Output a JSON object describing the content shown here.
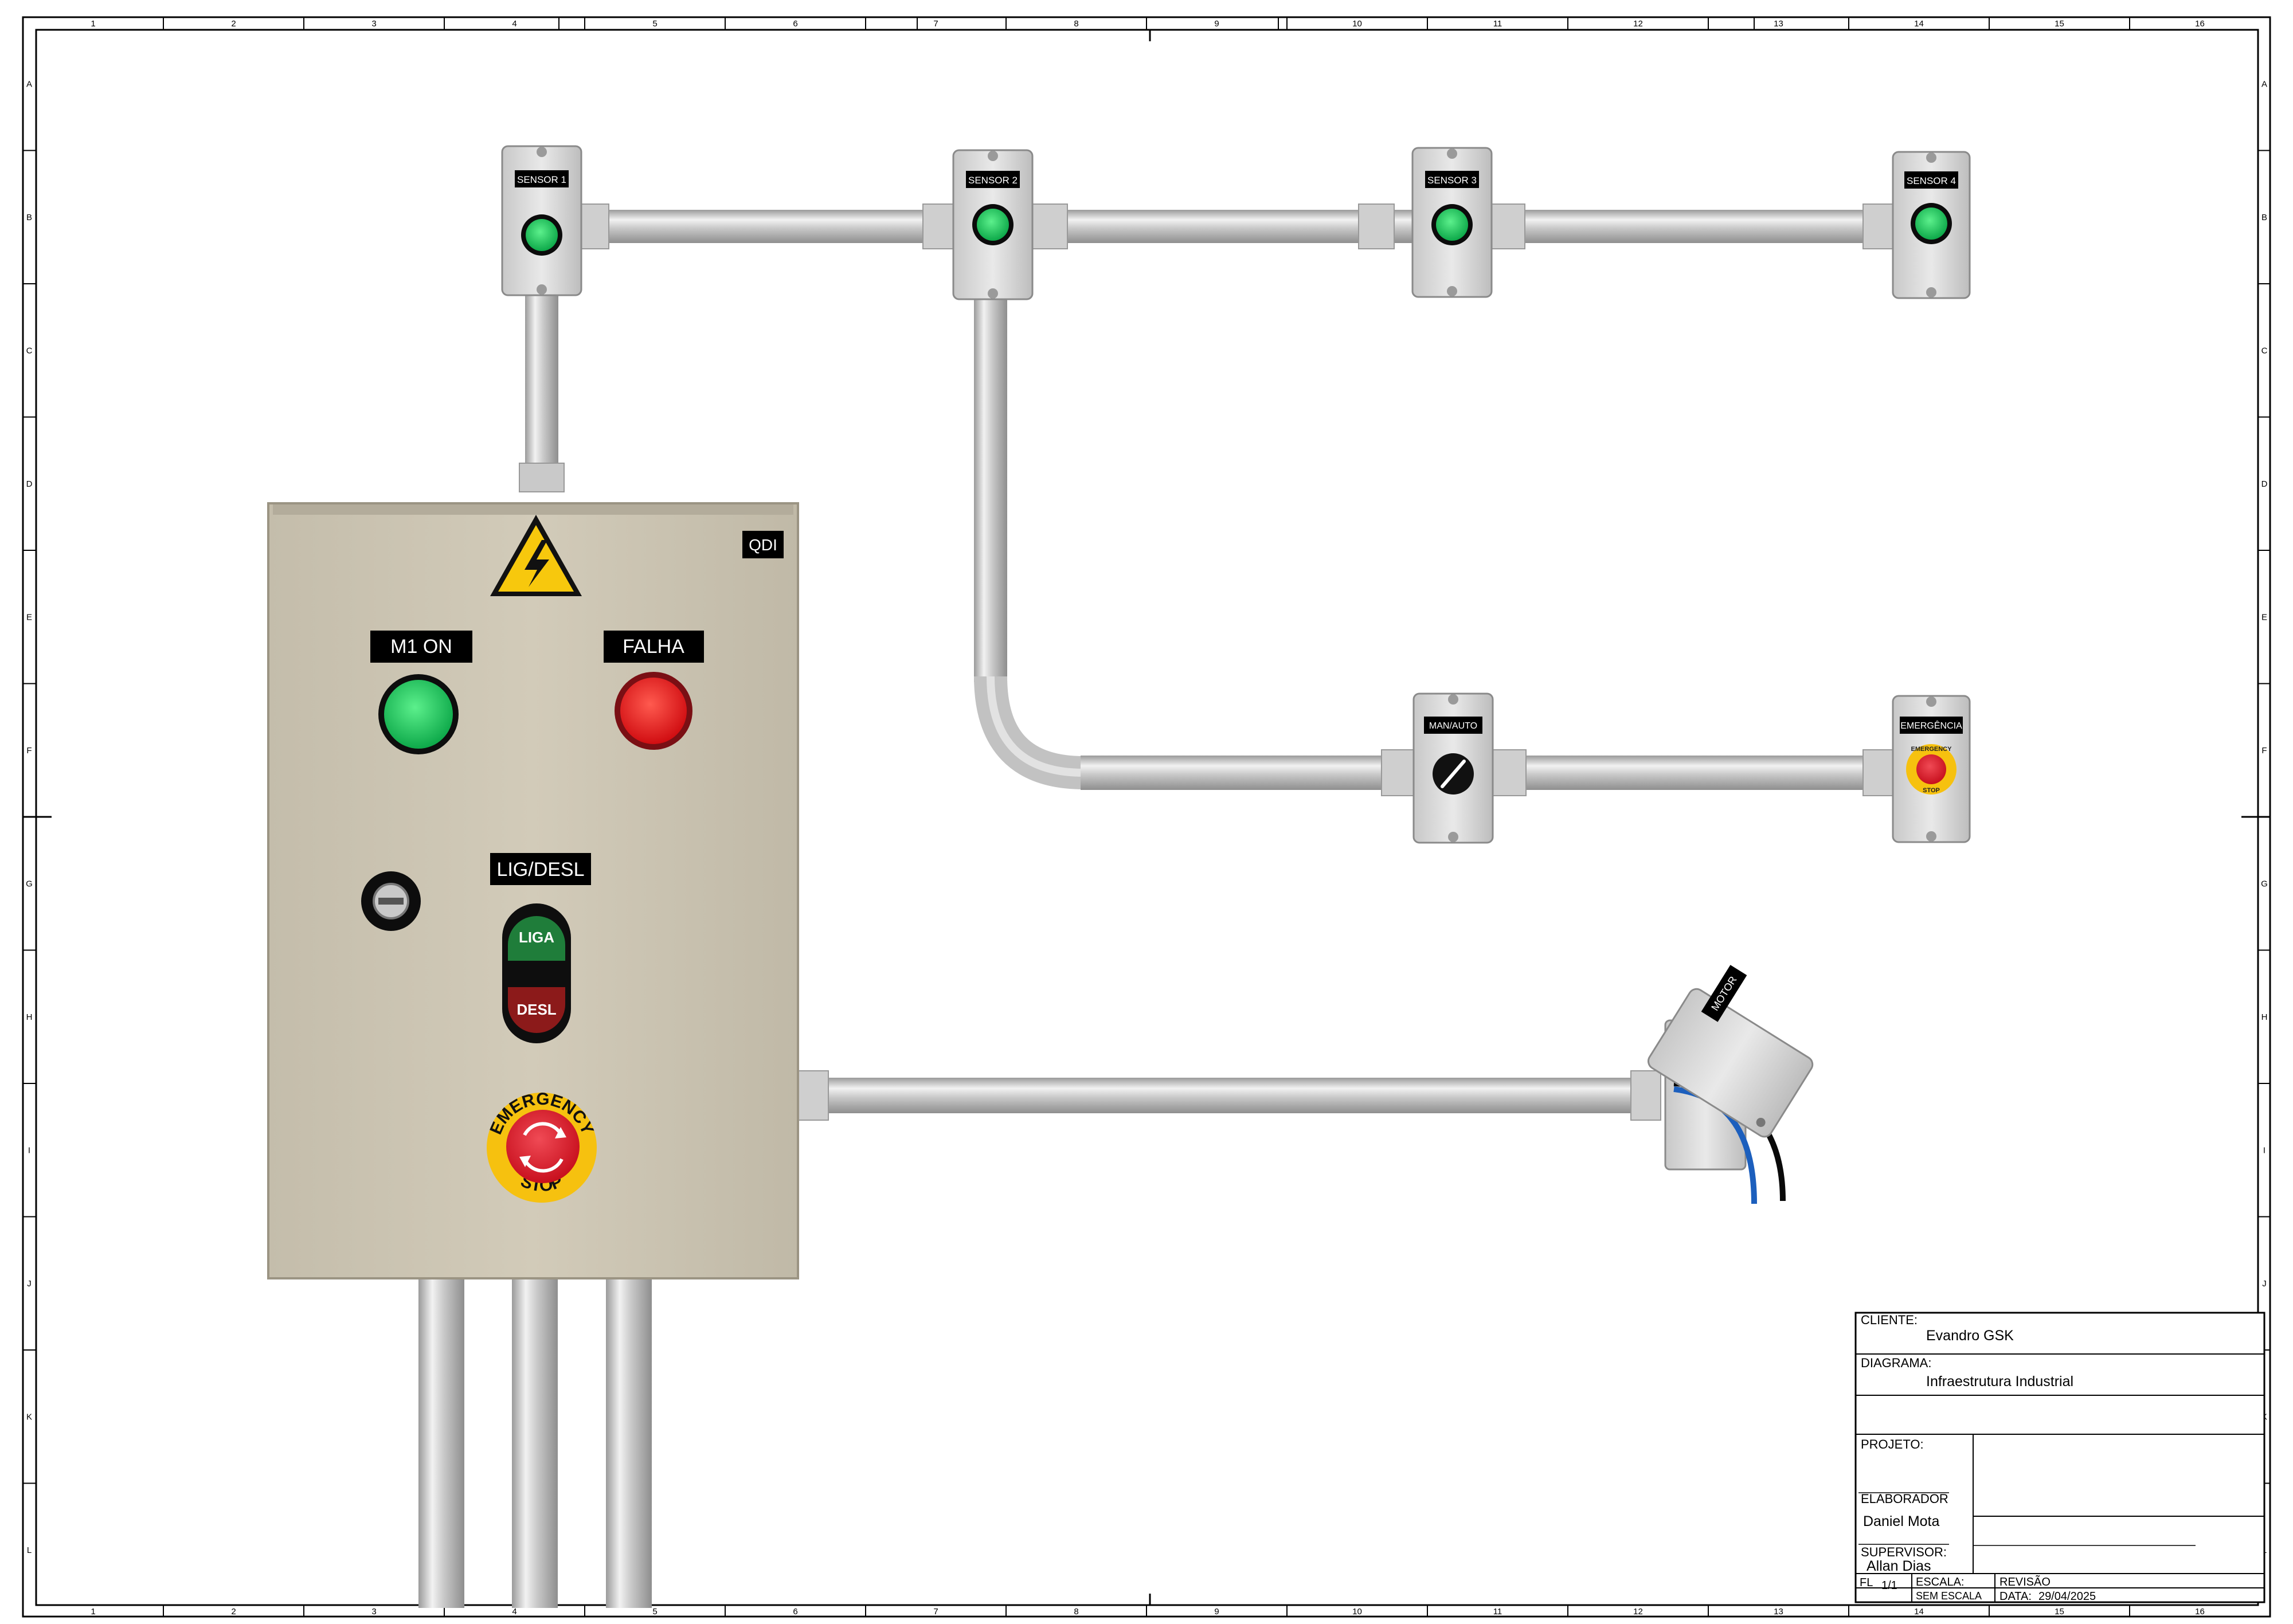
{
  "frame": {
    "columns": [
      "1",
      "2",
      "3",
      "4",
      "5",
      "6",
      "7",
      "8",
      "9",
      "10",
      "11",
      "12",
      "13",
      "14",
      "15",
      "16"
    ],
    "rows": [
      "A",
      "B",
      "C",
      "D",
      "E",
      "F",
      "G",
      "H",
      "I",
      "J",
      "K",
      "L"
    ]
  },
  "sensors": [
    {
      "label": "SENSOR 1"
    },
    {
      "label": "SENSOR 2"
    },
    {
      "label": "SENSOR 3"
    },
    {
      "label": "SENSOR 4"
    }
  ],
  "field_boxes": {
    "man_auto": "MAN/AUTO",
    "emergencia": "EMERGÊNCIA",
    "motor": "MOTOR"
  },
  "panel": {
    "tag": "QDI",
    "m1_on": "M1 ON",
    "falha": "FALHA",
    "lig_desl": "LIG/DESL",
    "liga": "LIGA",
    "desl": "DESL",
    "estop_top": "EMERGENCY",
    "estop_bottom": "STOP"
  },
  "mini_estop": {
    "top": "EMERGENCY",
    "bottom": "STOP"
  },
  "title_block": {
    "cliente_label": "CLIENTE:",
    "cliente": "Evandro GSK",
    "diagrama_label": "DIAGRAMA:",
    "diagrama": "Infraestrutura Industrial",
    "projeto_label": "PROJETO:",
    "elaborador_label": "ELABORADOR",
    "elaborador": "Daniel Mota",
    "supervisor_label": "SUPERVISOR:",
    "supervisor": "Allan Dias",
    "fl_label": "FL",
    "fl": "1/1",
    "escala_label": "ESCALA:",
    "escala": "SEM ESCALA",
    "revisao_label": "REVISÃO",
    "data_label": "DATA:",
    "data": "29/04/2025"
  },
  "colors": {
    "panel_body": "#cdc6b4",
    "pipe": "#d4d4d4",
    "pilot_green": "#16c35a",
    "pilot_red": "#e8141b",
    "liga_green": "#1f7d3a",
    "desl_red": "#8c1a1a",
    "estop_yellow": "#f6c10f",
    "label_bg": "#000000"
  }
}
